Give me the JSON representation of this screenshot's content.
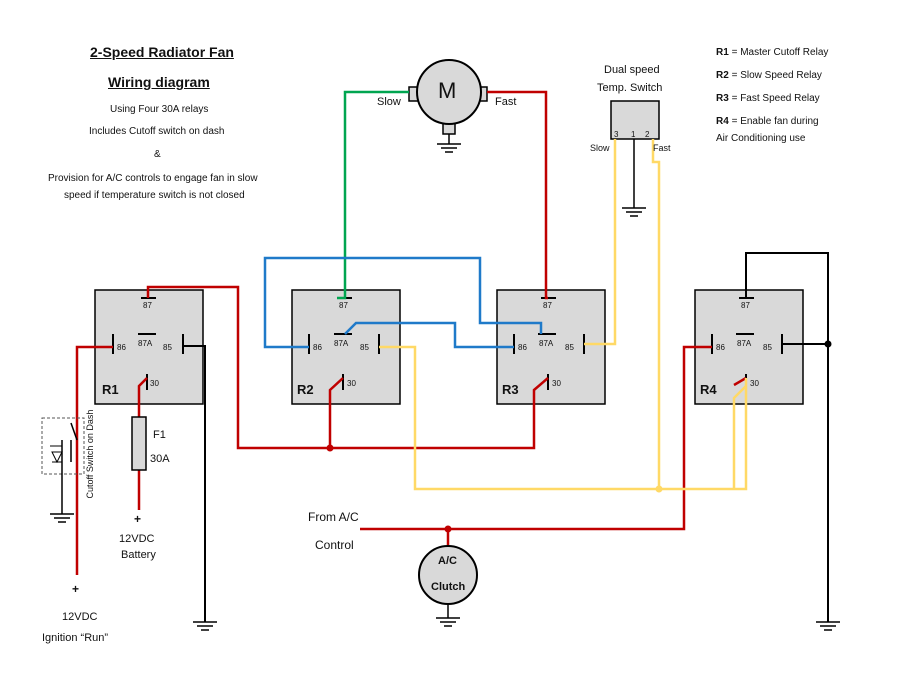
{
  "header": {
    "title": "2-Speed Radiator Fan",
    "subtitle": "Wiring diagram",
    "notes": [
      "Using Four 30A relays",
      "Includes Cutoff switch on dash",
      "&",
      "Provision for A/C controls to engage fan in slow",
      "speed if temperature switch is not closed"
    ]
  },
  "legend": [
    {
      "code": "R1",
      "text": " = Master Cutoff Relay"
    },
    {
      "code": "R2",
      "text": " = Slow Speed Relay"
    },
    {
      "code": "R3",
      "text": " = Fast Speed Relay"
    },
    {
      "code": "R4",
      "text": " = Enable fan during"
    }
  ],
  "legend_extra": "Air Conditioning use",
  "motor": {
    "symbol": "M",
    "slow_label": "Slow",
    "fast_label": "Fast"
  },
  "temp_switch": {
    "title_line1": "Dual speed",
    "title_line2": "Temp. Switch",
    "pins": [
      "3",
      "1",
      "2"
    ],
    "slow": "Slow",
    "fast": "Fast"
  },
  "relays": [
    {
      "name": "R1",
      "p87": "87",
      "p86": "86",
      "p87a": "87A",
      "p85": "85",
      "p30": "30"
    },
    {
      "name": "R2",
      "p87": "87",
      "p86": "86",
      "p87a": "87A",
      "p85": "85",
      "p30": "30"
    },
    {
      "name": "R3",
      "p87": "87",
      "p86": "86",
      "p87a": "87A",
      "p85": "85",
      "p30": "30"
    },
    {
      "name": "R4",
      "p87": "87",
      "p86": "86",
      "p87a": "87A",
      "p85": "85",
      "p30": "30"
    }
  ],
  "fuse": {
    "name": "F1",
    "rating": "30A"
  },
  "battery": {
    "plus": "+",
    "line1": "12VDC",
    "line2": "Battery"
  },
  "ignition": {
    "plus": "+",
    "line1": "12VDC",
    "line2": "Ignition “Run”"
  },
  "cutoff_switch": {
    "label": "Cutoff Switch on Dash"
  },
  "ac": {
    "from_line1": "From A/C",
    "from_line2": "Control",
    "clutch_line1": "A/C",
    "clutch_line2": "Clutch"
  },
  "colors": {
    "red": "#c00000",
    "green": "#00a550",
    "blue": "#1f7ac9",
    "yellow": "#ffd966",
    "black": "#000000",
    "box_fill": "#d9d9d9"
  }
}
